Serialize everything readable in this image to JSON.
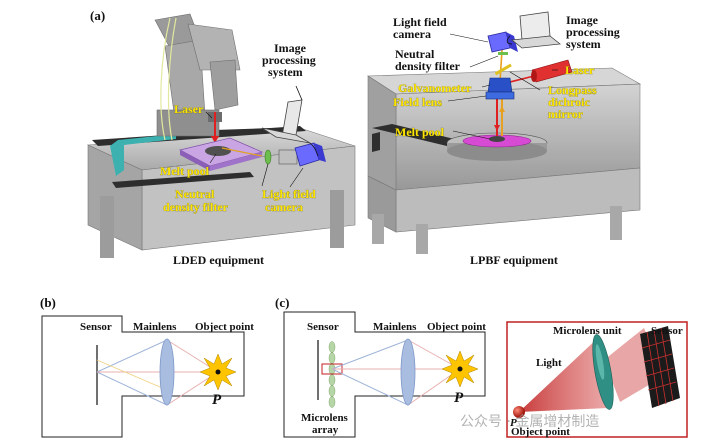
{
  "panel_a": {
    "tag": "(a)",
    "ldedDiagram": {
      "caption": "LDED equipment",
      "labels": {
        "laser": "Laser",
        "melt_pool": "Melt pool",
        "filter_l1": "Neutral",
        "filter_l2": "density filter",
        "camera_l1": "Light field",
        "camera_l2": "camera",
        "image_l1": "Image",
        "image_l2": "processing",
        "image_l3": "system"
      }
    },
    "lpbf": {
      "caption": "LPBF equipment",
      "labels": {
        "camera_l1": "Light field",
        "camera_l2": "camera",
        "image_l1": "Image",
        "image_l2": "processing",
        "image_l3": "system",
        "filter_l1": "Neutral",
        "filter_l2": "density filter",
        "laser": "Laser",
        "galvanometer": "Galvanometer",
        "longpass_l1": "Longpass",
        "longpass_l2": "dichroic",
        "longpass_l3": "mirror",
        "field_lens": "Field lens",
        "melt_pool": "Melt pool"
      }
    }
  },
  "panel_b": {
    "tag": "(b)",
    "sensor": "Sensor",
    "mainlens": "Mainlens",
    "object_point": "Object point",
    "p": "P"
  },
  "panel_c": {
    "tag": "(c)",
    "sensor": "Sensor",
    "mainlens": "Mainlens",
    "object_point": "Object point",
    "p": "P",
    "microlens_l1": "Microlens",
    "microlens_l2": "array",
    "inset": {
      "microlens_unit": "Microlens unit",
      "sensor": "Sensor",
      "light": "Light",
      "p": "P",
      "object_point": "Object point"
    }
  },
  "watermark": "公众号 · 金属增材制造"
}
